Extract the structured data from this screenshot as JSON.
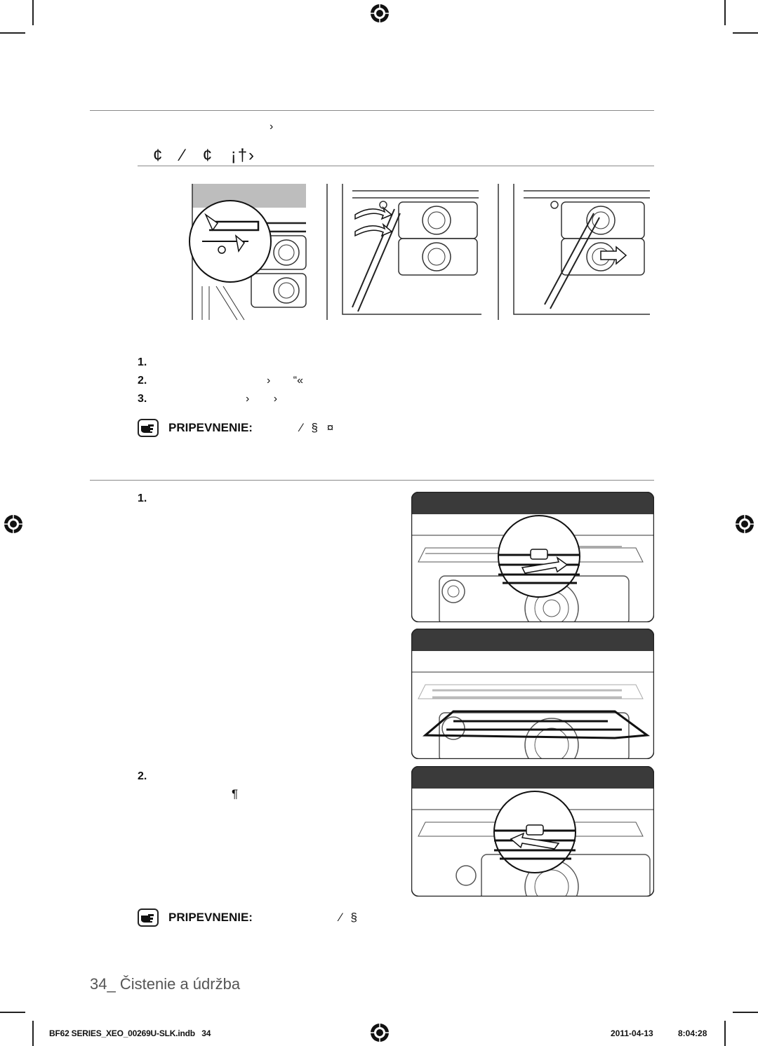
{
  "header": {
    "subtitle_fragment": "›",
    "section_title": "¢ ⁄ ¢ ¡†›"
  },
  "steps_a": [
    {
      "num": "1.",
      "text": ""
    },
    {
      "num": "2.",
      "text": "› “«"
    },
    {
      "num": "3.",
      "text": "› ›"
    }
  ],
  "note_a": {
    "label": "PRIPEVNENIE:",
    "text": "⁄ § ¤"
  },
  "steps_b": [
    {
      "num": "1.",
      "text": ""
    },
    {
      "num": "2.",
      "text": "¶"
    }
  ],
  "note_b": {
    "label": "PRIPEVNENIE:",
    "text": "⁄ §"
  },
  "page_footer": {
    "number": "34_",
    "title": "Čistenie a údržba"
  },
  "print_info": {
    "file": "BF62 SERIES_XEO_00269U-SLK.indb   34",
    "date": "2011-04-13",
    "time": "8:04:28"
  },
  "icons": {
    "registration": "registration-mark-icon",
    "note": "pointing-hand-icon"
  }
}
